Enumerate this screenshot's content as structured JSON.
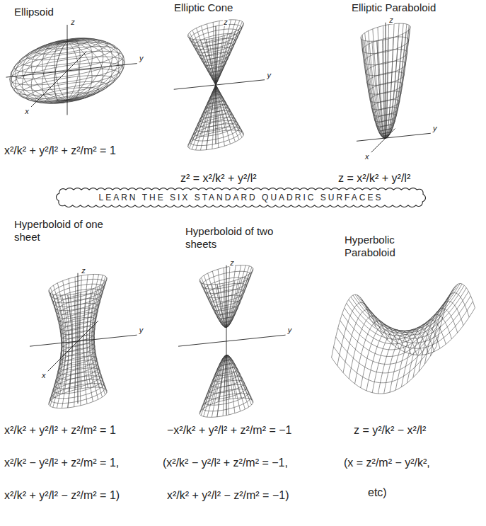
{
  "diagram": {
    "nodes": [
      {
        "text": [
          "LEARN THE SIX STANDARD QUADRIC SURFACES"
        ]
      }
    ],
    "labels": [
      "Ellipsoid",
      "z",
      "y",
      "x",
      "Elliptic Cone",
      "z",
      "y",
      "Elliptic Paraboloid",
      "z",
      "y",
      "x",
      "x²/k² + y²/l² + z²/m² = 1",
      "z² = x²/k² + y²/l²",
      "z = x²/k² + y²/l²",
      "Hyperboloid of one sheet",
      "Hyperboloid of two sheets",
      "Hyperbolic Paraboloid",
      "z",
      "y",
      "x",
      "z",
      "y",
      "x²/k² + y²/l² + z²/m² = 1",
      "−x²/k² + y²/l² + z²/m² = −1",
      "z = y²/k² − x²/l²",
      "x²/k² − y²/l² + z²/m² = 1,",
      "(x²/k² − y²/l² + z²/m² = −1,",
      "(x = z²/m² − y²/k²,",
      "x²/k² + y²/l² − z²/m² = 1)",
      "x²/k² + y²/l² − z²/m² = −1)",
      "etc)"
    ]
  }
}
